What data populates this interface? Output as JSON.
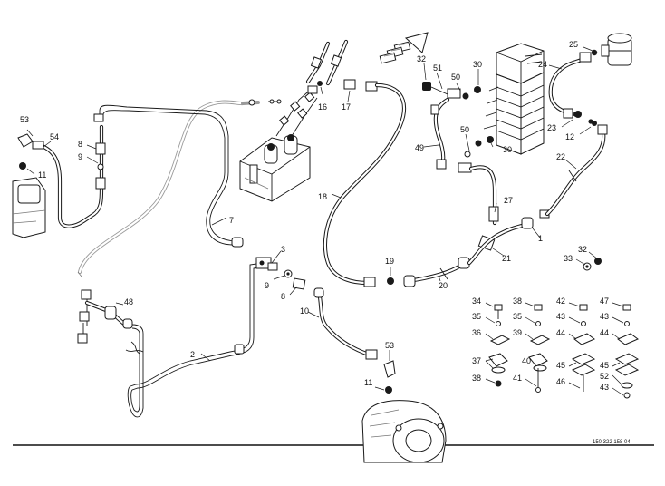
{
  "document_number": "150 322 158 04",
  "callouts": {
    "c1": "1",
    "c2": "2",
    "c3": "3",
    "c7": "7",
    "c8a": "8",
    "c8b": "8",
    "c9a": "9",
    "c9b": "9",
    "c10": "10",
    "c11a": "11",
    "c11b": "11",
    "c12": "12",
    "c16": "16",
    "c17": "17",
    "c18": "18",
    "c19": "19",
    "c20": "20",
    "c21": "21",
    "c22": "22",
    "c23": "23",
    "c24": "24",
    "c25": "25",
    "c27": "27",
    "c30a": "30",
    "c30b": "30",
    "c32a": "32",
    "c32b": "32",
    "c33": "33",
    "c48": "48",
    "c49": "49",
    "c50a": "50",
    "c50b": "50",
    "c51": "51",
    "c53a": "53",
    "c53b": "53",
    "c54": "54",
    "k34": "34",
    "k35a": "35",
    "k36": "36",
    "k37": "37",
    "k38a": "38",
    "k38b": "38",
    "k35b": "35",
    "k39": "39",
    "k40": "40",
    "k41": "41",
    "k42": "42",
    "k43a": "43",
    "k44a": "44",
    "k45a": "45",
    "k46": "46",
    "k47": "47",
    "k43b": "43",
    "k44b": "44",
    "k45b": "45",
    "k52": "52",
    "k43c": "43"
  },
  "icons": [
    "direction-arrow-icon",
    "valve-block",
    "hydraulic-tank",
    "pump",
    "drive-motor",
    "wheel-hub"
  ]
}
